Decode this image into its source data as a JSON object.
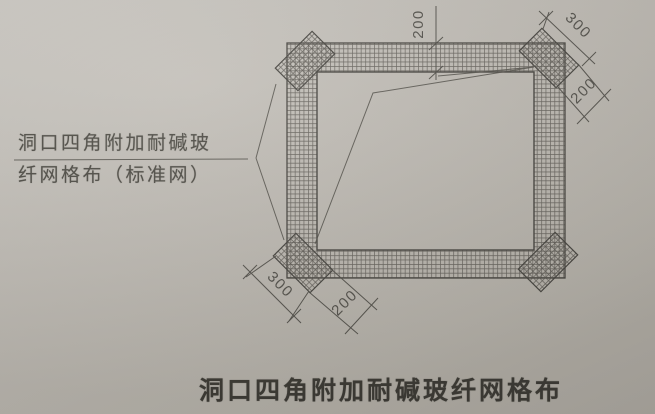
{
  "labels": {
    "callout_line1": "洞口四角附加耐碱玻",
    "callout_line2": "纤网格布（标准网）",
    "caption": "洞口四角附加耐碱玻纤网格布"
  },
  "dims": {
    "top_band": "200",
    "tr_length": "300",
    "tr_width": "200",
    "bl_length": "300",
    "bl_width": "200"
  },
  "colors": {
    "paper_light": "#c9c6c0",
    "paper_dark": "#a9a59d",
    "outline": "#46443f",
    "mesh_line": "#57544e",
    "dim_line": "#53514b",
    "label_text": "#4c4a43",
    "caption_text": "#3e3c36"
  }
}
